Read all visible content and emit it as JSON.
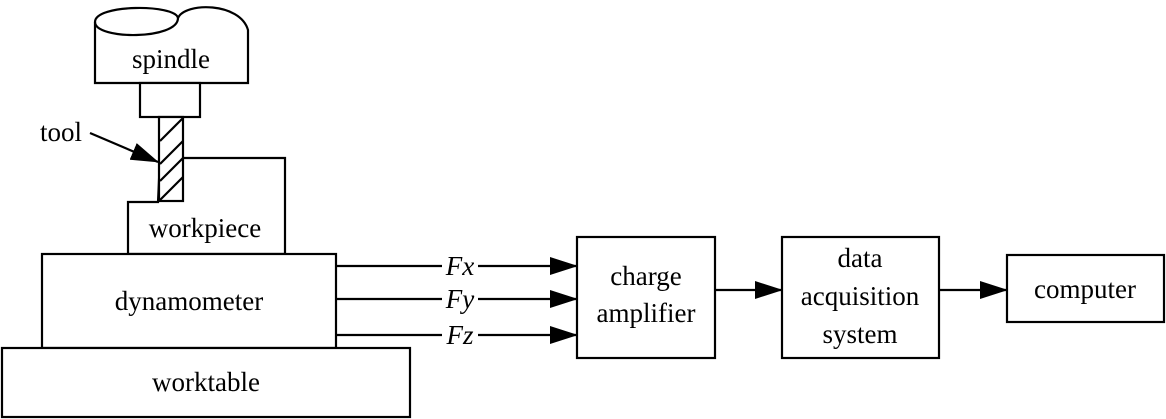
{
  "diagram": {
    "spindle": "spindle",
    "tool": "tool",
    "workpiece": "workpiece",
    "dynamometer": "dynamometer",
    "worktable": "worktable",
    "signals": [
      "Fx",
      "Fy",
      "Fz"
    ],
    "charge_amplifier": [
      "charge",
      "amplifier"
    ],
    "daq": [
      "data",
      "acquisition",
      "system"
    ],
    "computer": "computer"
  },
  "colors": {
    "stroke": "#000000",
    "background": "#ffffff"
  }
}
